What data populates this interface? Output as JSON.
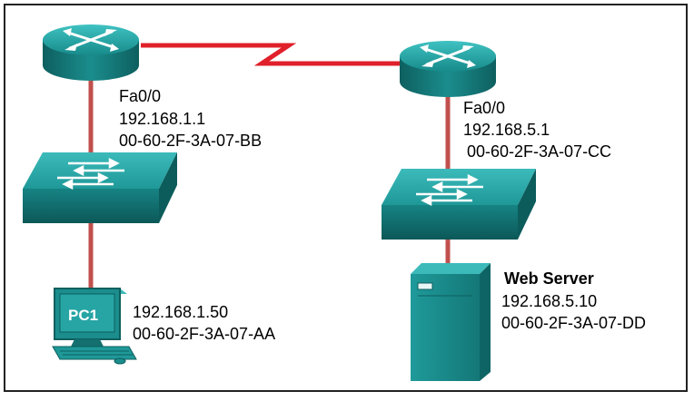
{
  "router_left": {
    "interface": "Fa0/0",
    "ip": "192.168.1.1",
    "mac": "00-60-2F-3A-07-BB"
  },
  "router_right": {
    "interface": "Fa0/0",
    "ip": "192.168.5.1",
    "mac": "00-60-2F-3A-07-CC"
  },
  "pc1": {
    "name": "PC1",
    "ip": "192.168.1.50",
    "mac": "00-60-2F-3A-07-AA"
  },
  "web_server": {
    "name": "Web Server",
    "ip": "192.168.5.10",
    "mac": "00-60-2F-3A-07-DD"
  },
  "colors": {
    "link": "#c0504d",
    "device_teal": "#1a8b8b",
    "device_dark": "#0f6565",
    "device_light": "#2fb0b0"
  },
  "icons": [
    "router-icon",
    "switch-icon",
    "pc-icon",
    "server-icon"
  ]
}
